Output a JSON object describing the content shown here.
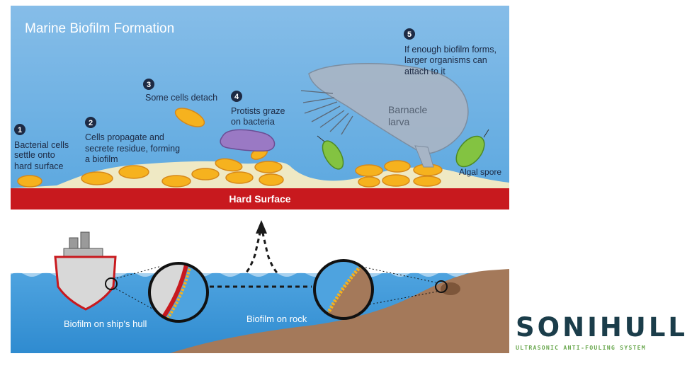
{
  "title": "Marine Biofilm Formation",
  "steps": [
    {
      "number": "1",
      "text": [
        "Bacterial cells",
        "settle onto",
        "hard surface"
      ]
    },
    {
      "number": "2",
      "text": [
        "Cells propagate and",
        "secrete residue, forming",
        "a biofilm"
      ]
    },
    {
      "number": "3",
      "text": [
        "Some cells detach"
      ]
    },
    {
      "number": "4",
      "text": [
        "Protists graze",
        "on bacteria"
      ]
    },
    {
      "number": "5",
      "text": [
        "If enough biofilm forms,",
        "larger organisms can",
        "attach to it"
      ]
    }
  ],
  "labels": {
    "barnacle": [
      "Barnacle",
      "larva"
    ],
    "algal_spore": "Algal spore",
    "hard_surface": "Hard Surface",
    "ship_hull": "Biofilm on ship's hull",
    "rock": "Biofilm on rock"
  },
  "logo": {
    "name": "SONIHULL",
    "tagline": "ULTRASONIC ANTI-FOULING SYSTEM"
  },
  "colors": {
    "water_top": "#7fb9e6",
    "water_bottom": "#4fa3de",
    "hard_surface": "#c8191e",
    "biofilm": "#efe9c4",
    "bacteria": "#f6b21e",
    "protist": "#9a79c4",
    "algae": "#83c341",
    "rock": "#a4795a",
    "logo_text": "#1b3d4a",
    "logo_accent": "#6aa84f"
  }
}
